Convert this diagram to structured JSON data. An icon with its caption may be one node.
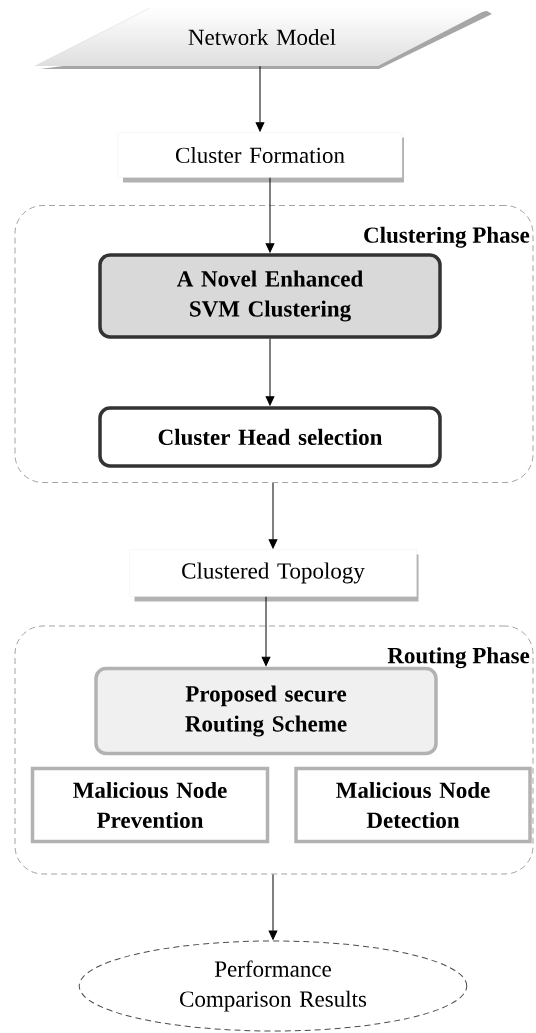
{
  "diagram": {
    "nodes": [
      {
        "text": [
          "Network Model"
        ]
      },
      {
        "text": [
          "Cluster Formation"
        ]
      },
      {
        "text": [
          "Clustering Phase"
        ]
      },
      {
        "text": [
          "A Novel Enhanced SVM Clustering"
        ],
        "in": 2
      },
      {
        "text": [
          "Cluster Head selection"
        ],
        "in": 2
      },
      {
        "text": [
          "Clustered Topology"
        ]
      },
      {
        "text": [
          "Routing Phase"
        ]
      },
      {
        "text": [
          "Proposed secure Routing Scheme"
        ],
        "in": 6
      },
      {
        "text": [
          "Malicious Node Prevention"
        ],
        "in": 6
      },
      {
        "text": [
          "Malicious Node Detection"
        ],
        "in": 6
      },
      {
        "text": [
          "Performance Comparison Results"
        ]
      }
    ],
    "edges": [
      {
        "from": 0,
        "to": 1,
        "arrow": "to"
      },
      {
        "from": 1,
        "to": 3,
        "arrow": "to"
      },
      {
        "from": 3,
        "to": 4,
        "arrow": "to"
      },
      {
        "from": 2,
        "to": 5,
        "arrow": "to"
      },
      {
        "from": 5,
        "to": 7,
        "arrow": "to"
      },
      {
        "from": 6,
        "to": 10,
        "arrow": "to"
      }
    ]
  }
}
